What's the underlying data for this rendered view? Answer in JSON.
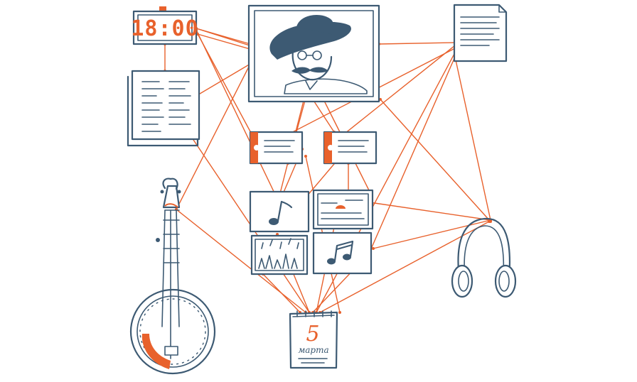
{
  "colors": {
    "ink": "#3d5a73",
    "accent": "#e8612c",
    "background": "#ffffff"
  },
  "clock": {
    "time": "18:00",
    "icon": "digital-clock-icon"
  },
  "calendar": {
    "day": "5",
    "month": "марта",
    "icon": "tear-off-calendar-icon"
  },
  "icons": {
    "portrait": "portrait-frame-icon",
    "book": "open-book-icon",
    "document": "document-page-icon",
    "ticket_left": "ticket-icon",
    "ticket_right": "ticket-icon",
    "note_single": "music-note-icon",
    "note_double": "music-notes-icon",
    "landscape": "landscape-photo-icon",
    "crowd": "crowd-photo-icon",
    "banjo": "banjo-icon",
    "headphones": "headphones-icon"
  }
}
